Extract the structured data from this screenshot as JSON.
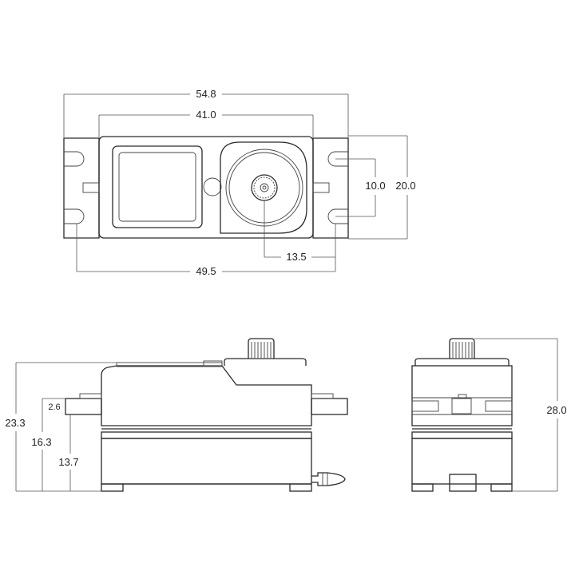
{
  "dimensions": {
    "overall_length": "54.8",
    "body_length": "41.0",
    "mount_hole_spacing_vertical": "10.0",
    "overall_width": "20.0",
    "output_shaft_offset": "13.5",
    "mount_hole_spacing_horizontal": "49.5",
    "total_height": "23.3",
    "mount_height": "16.3",
    "lower_case_height": "13.7",
    "flange_thickness": "2.6",
    "side_total_height": "28.0"
  }
}
